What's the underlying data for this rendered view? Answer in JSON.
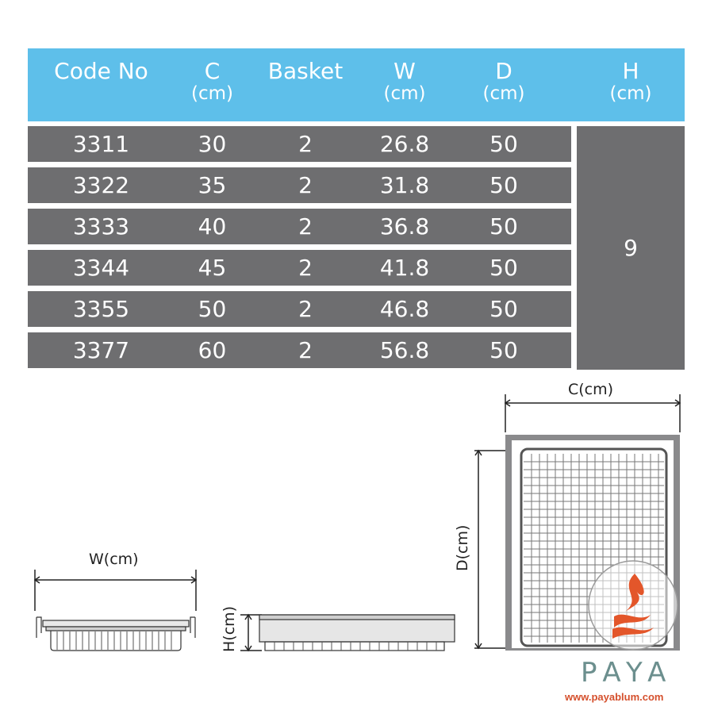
{
  "table": {
    "headers": [
      {
        "name": "Code No",
        "unit": ""
      },
      {
        "name": "C",
        "unit": "(cm)"
      },
      {
        "name": "Basket",
        "unit": ""
      },
      {
        "name": "W",
        "unit": "(cm)"
      },
      {
        "name": "D",
        "unit": "(cm)"
      },
      {
        "name": "H",
        "unit": "(cm)"
      }
    ],
    "rows": [
      [
        "3311",
        "30",
        "2",
        "26.8",
        "50"
      ],
      [
        "3322",
        "35",
        "2",
        "31.8",
        "50"
      ],
      [
        "3333",
        "40",
        "2",
        "36.8",
        "50"
      ],
      [
        "3344",
        "45",
        "2",
        "41.8",
        "50"
      ],
      [
        "3355",
        "50",
        "2",
        "46.8",
        "50"
      ],
      [
        "3377",
        "60",
        "2",
        "56.8",
        "50"
      ]
    ],
    "h_value": "9",
    "colors": {
      "header": "#5ebfea",
      "row": "#6e6e70"
    }
  },
  "diagram": {
    "w_label": "W(cm)",
    "h_label": "H(cm)",
    "c_label": "C(cm)",
    "d_label": "D(cm)"
  },
  "brand": {
    "name": "PAYA",
    "url": "www.payablum.com",
    "logo_icon": "flame-logo-icon",
    "accent": "#d5502d"
  }
}
